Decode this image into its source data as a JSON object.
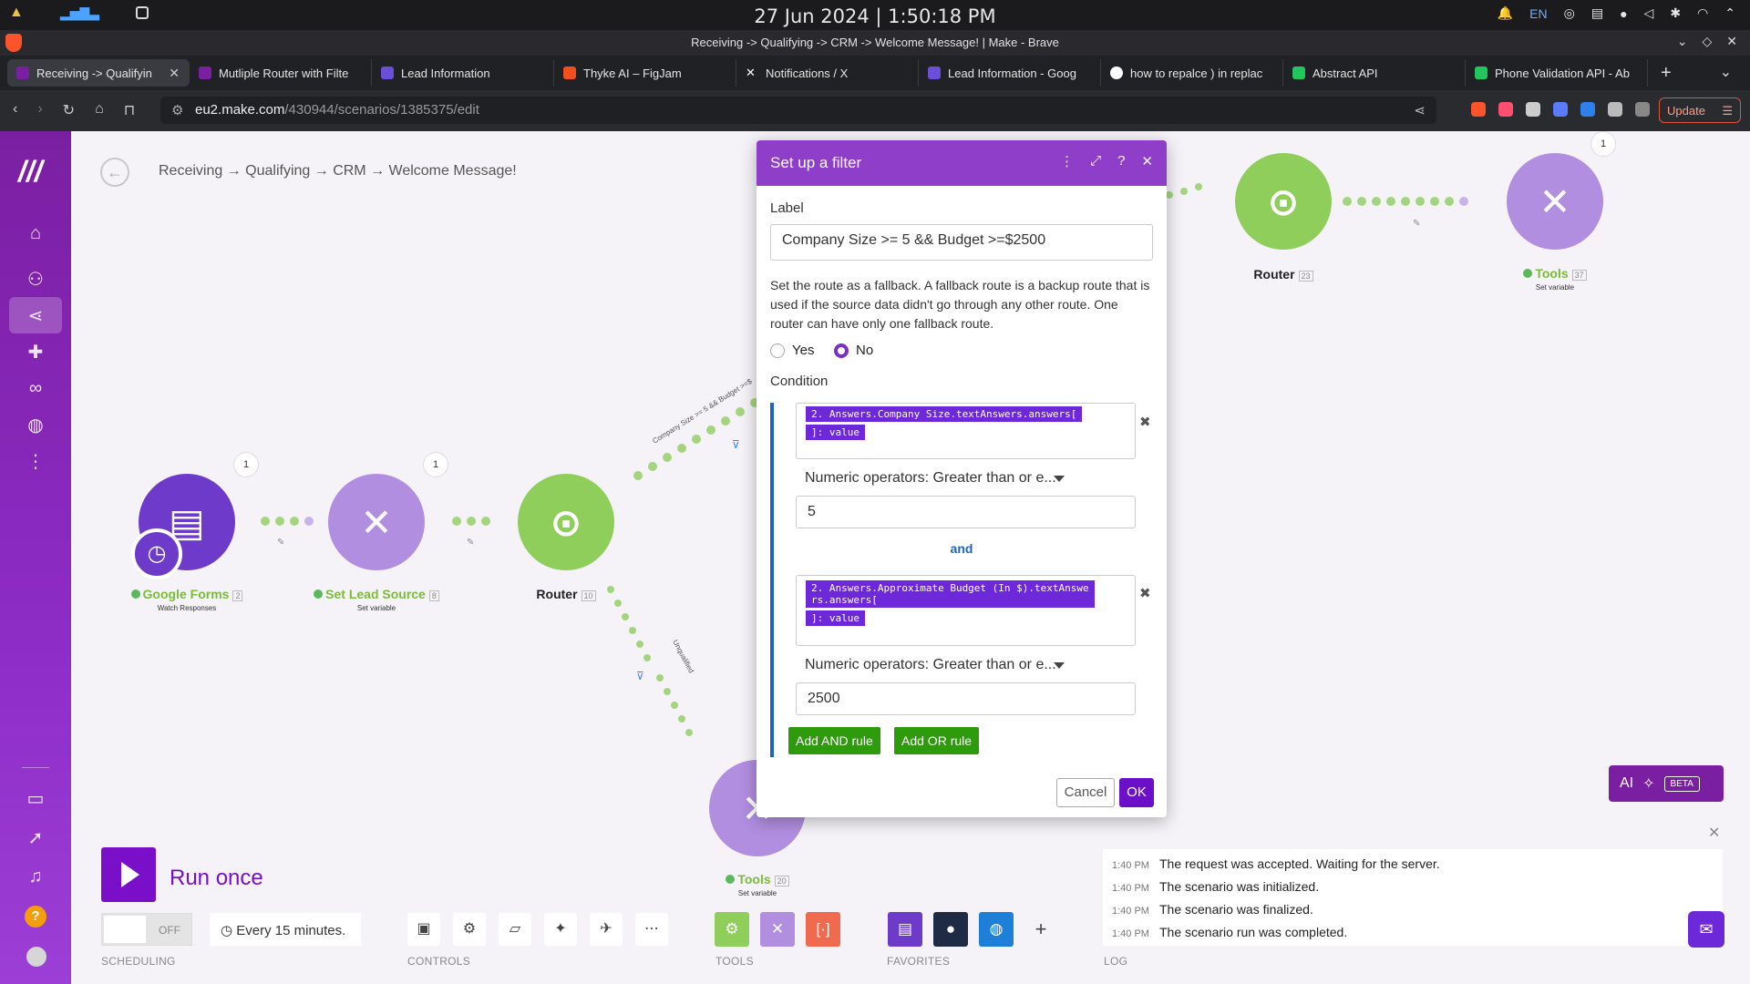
{
  "os": {
    "clock": "27 Jun 2024 | 1:50:18 PM",
    "lang": "EN"
  },
  "browser": {
    "window_title": "Receiving -> Qualifying -> CRM -> Welcome Message! | Make - Brave",
    "tabs": [
      {
        "label": "Receiving -> Qualifyin",
        "color": "#7b1fa2"
      },
      {
        "label": "Mutliple Router with Filte",
        "color": "#7b1fa2"
      },
      {
        "label": "Lead Information",
        "color": "#6b4fd8"
      },
      {
        "label": "Thyke AI – FigJam",
        "color": "#f24e1e"
      },
      {
        "label": "Notifications / X",
        "color": "#ffffff"
      },
      {
        "label": "Lead Information - Goog",
        "color": "#6b4fd8"
      },
      {
        "label": "how to repalce ) in replac",
        "color": "#4285f4"
      },
      {
        "label": "Abstract API",
        "color": "#22c55e"
      },
      {
        "label": "Phone Validation API - Ab",
        "color": "#22c55e"
      }
    ],
    "url_host": "eu2.make.com",
    "url_path": "/430944/scenarios/1385375/edit",
    "update_label": "Update"
  },
  "scenario": {
    "breadcrumb": "Receiving → Qualifying → CRM → Welcome Message!",
    "nodes": {
      "google_forms": {
        "title": "Google Forms",
        "num": "2",
        "sub": "Watch Responses",
        "badge": "1"
      },
      "set_lead": {
        "title": "Set Lead Source",
        "num": "8",
        "sub": "Set variable",
        "badge": "1"
      },
      "router1": {
        "title": "Router",
        "num": "10"
      },
      "router2": {
        "title": "Router",
        "num": "23"
      },
      "tools_top": {
        "title": "Tools",
        "num": "37",
        "sub": "Set variable",
        "badge": "1"
      },
      "tools_bottom": {
        "title": "Tools",
        "num": "20",
        "sub": "Set variable"
      }
    },
    "link_labels": {
      "upper": "Company Size >= 5 && Budget >=$",
      "lower": "Unqualified"
    }
  },
  "dialog": {
    "title": "Set up a filter",
    "label_caption": "Label",
    "label_value": "Company Size >= 5 && Budget >=$2500",
    "fallback_desc": "Set the route as a fallback. A fallback route is a backup route that is used if the source data didn't go through any other route. One router can have only one fallback route.",
    "yes": "Yes",
    "no": "No",
    "condition_caption": "Condition",
    "rule1": {
      "chip1": "2. Answers.Company Size.textAnswers.answers[",
      "chip2": "]: value",
      "operator": "Numeric operators: Greater than or e...",
      "value": "5"
    },
    "and_label": "and",
    "rule2": {
      "chip1": "2. Answers.Approximate Budget (In $).textAnswe",
      "chip1b": "rs.answers[",
      "chip2": "]: value",
      "operator": "Numeric operators: Greater than or e...",
      "value": "2500"
    },
    "add_and": "Add AND rule",
    "add_or": "Add OR rule",
    "cancel": "Cancel",
    "ok": "OK"
  },
  "ai_button": {
    "label": "AI",
    "beta": "BETA"
  },
  "bottom": {
    "run_once": "Run once",
    "toggle_off": "OFF",
    "schedule": "Every 15 minutes.",
    "captions": {
      "scheduling": "SCHEDULING",
      "controls": "CONTROLS",
      "tools": "TOOLS",
      "favorites": "FAVORITES",
      "log": "LOG"
    },
    "log": [
      {
        "time": "1:40 PM",
        "msg": "The request was accepted. Waiting for the server."
      },
      {
        "time": "1:40 PM",
        "msg": "The scenario was initialized."
      },
      {
        "time": "1:40 PM",
        "msg": "The scenario was finalized."
      },
      {
        "time": "1:40 PM",
        "msg": "The scenario run was completed."
      }
    ]
  }
}
